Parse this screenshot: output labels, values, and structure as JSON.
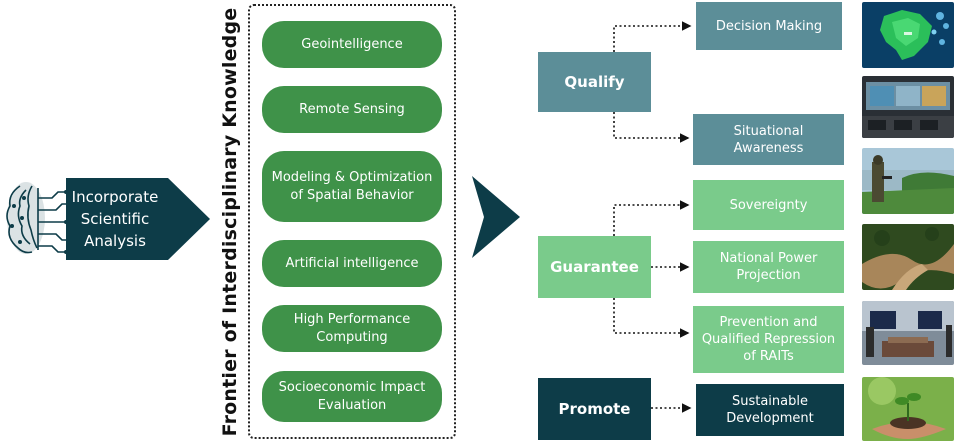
{
  "input": {
    "label": "Incorporate Scientific Analysis"
  },
  "frontier": {
    "title": "Frontier of Interdisciplinary Knowledge",
    "items": [
      {
        "label": "Geointelligence"
      },
      {
        "label": "Remote Sensing"
      },
      {
        "label": "Modeling & Optimization of Spatial Behavior"
      },
      {
        "label": "Artificial intelligence"
      },
      {
        "label": "High Performance Computing"
      },
      {
        "label": "Socioeconomic Impact Evaluation"
      }
    ]
  },
  "categories": {
    "qualify": {
      "label": "Qualify",
      "outcomes": [
        "Decision Making",
        "Situational Awareness"
      ]
    },
    "guarantee": {
      "label": "Guarantee",
      "outcomes": [
        "Sovereignty",
        "National Power Projection",
        "Prevention and Qualified Repression of RAITs"
      ]
    },
    "promote": {
      "label": "Promote",
      "outcomes": [
        "Sustainable Development"
      ]
    }
  },
  "photos": [
    {
      "icon": "brazil-map-image"
    },
    {
      "icon": "control-room-image"
    },
    {
      "icon": "soldier-river-image"
    },
    {
      "icon": "deforestation-image"
    },
    {
      "icon": "seized-equipment-image"
    },
    {
      "icon": "seedling-hands-image"
    }
  ],
  "colors": {
    "dark_teal": "#0d3c48",
    "qualify_teal": "#5c8e98",
    "guarantee_green": "#7acb8b",
    "pill_green": "#3f9249"
  }
}
